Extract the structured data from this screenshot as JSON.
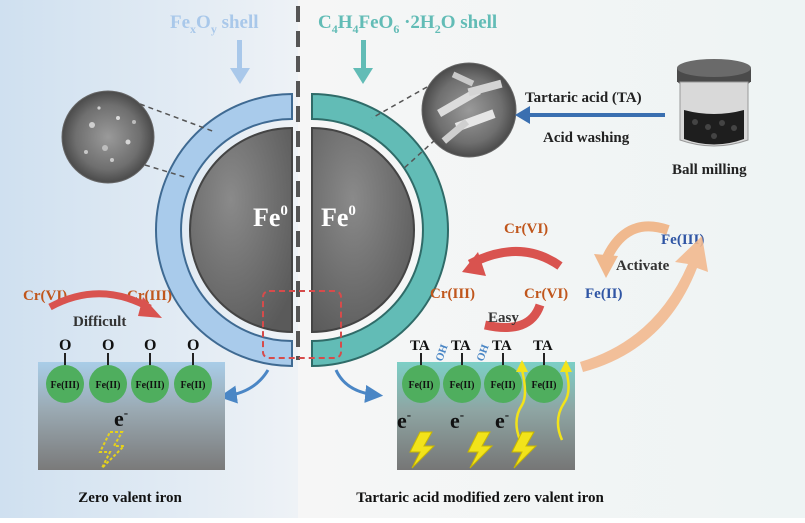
{
  "title_left": {
    "base": "Fe",
    "sub1": "x",
    "mid": "O",
    "sub2": "y",
    "tail": " shell"
  },
  "title_right": {
    "p1": "C",
    "s1": "4",
    "p2": "H",
    "s2": "4",
    "p3": "FeO",
    "s3": "6",
    "p4": " ·2H",
    "s4": "2",
    "p5": "O shell"
  },
  "core_left": {
    "base": "Fe",
    "sup": "0"
  },
  "core_right": {
    "base": "Fe",
    "sup": "0"
  },
  "process": {
    "line1": "Tartaric acid (TA)",
    "line2": "Acid washing",
    "caption": "Ball milling"
  },
  "left_reaction": {
    "reactant": "Cr(VI)",
    "product": "Cr(III)",
    "note": "Difficult"
  },
  "right_reaction": {
    "cr_vi_top": "Cr(VI)",
    "cr_iii": "Cr(III)",
    "cr_vi_right": "Cr(VI)",
    "note": "Easy"
  },
  "iron_cycle": {
    "fe3": "Fe(III)",
    "fe2": "Fe(II)",
    "note": "Activate"
  },
  "left_surface": {
    "ligand": "O",
    "sites": [
      "Fe(III)",
      "Fe(II)",
      "Fe(III)",
      "Fe(II)"
    ],
    "electron": "e"
  },
  "right_surface": {
    "ligand": "TA",
    "hydroxyl": "OH",
    "sites": [
      "Fe(II)",
      "Fe(II)",
      "Fe(II)",
      "Fe(II)"
    ],
    "electron": "e"
  },
  "captions": {
    "left": "Zero valent iron",
    "right": "Tartaric acid modified zero valent iron"
  },
  "colors": {
    "blue_shell": "#a9cbeb",
    "teal_shell": "#62bcb6",
    "core": "#6e6e6e",
    "cr6_text": "#c0561c",
    "fe_text": "#2f55a4",
    "red_arrow": "#d9534f",
    "sphere_green": "#4fae5e"
  }
}
